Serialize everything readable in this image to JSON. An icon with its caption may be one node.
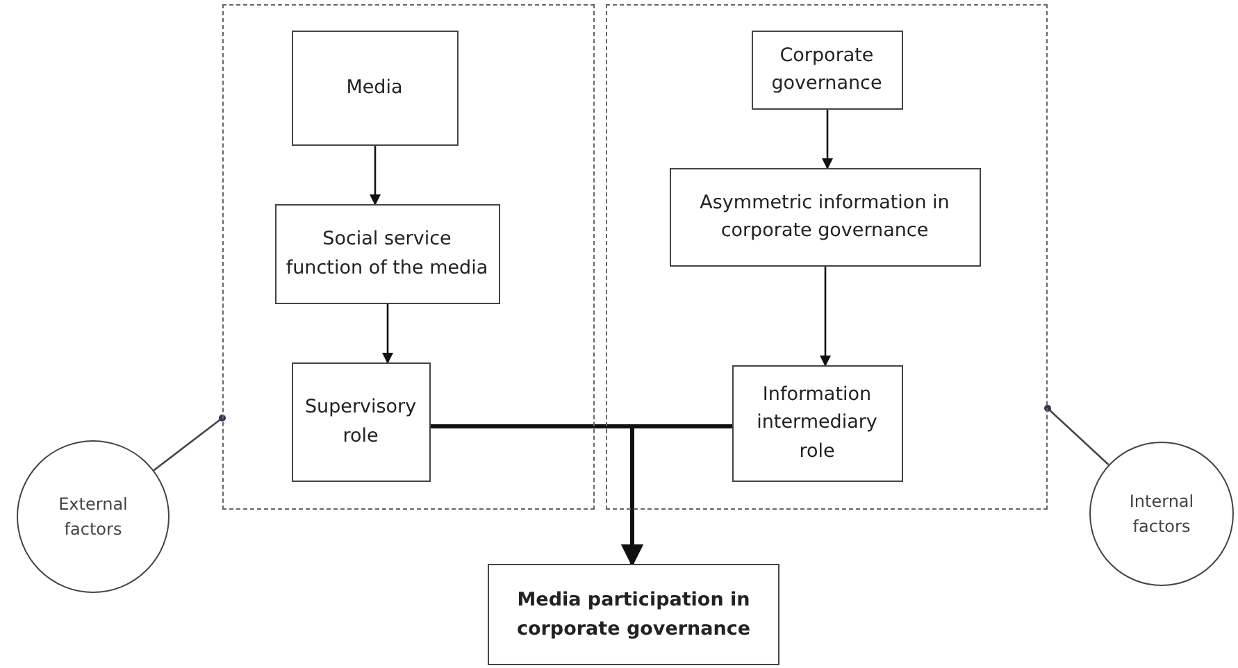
{
  "diagram": {
    "nodes": [
      {
        "text": [],
        "shape": "box"
      },
      {
        "text": [
          "Media"
        ],
        "in": 0
      },
      {
        "text": [
          "Social service function of the media"
        ],
        "in": 0
      },
      {
        "text": [
          "Supervisory role"
        ],
        "in": 0
      },
      {
        "text": [],
        "shape": "box"
      },
      {
        "text": [
          "Corporate governance"
        ],
        "in": 4
      },
      {
        "text": [
          "Asymmetric information in corporate governance"
        ],
        "in": 4
      },
      {
        "text": [
          "Information intermediary role"
        ],
        "in": 4
      },
      {
        "text": [
          "Media participation in corporate governance"
        ]
      },
      {
        "text": [
          "External factors"
        ]
      },
      {
        "text": [
          "Internal factors"
        ]
      }
    ],
    "edges": [
      {
        "from": 1,
        "to": 2,
        "arrow": "to"
      },
      {
        "from": 2,
        "to": 3,
        "arrow": "to"
      },
      {
        "from": 5,
        "to": 6,
        "arrow": "to"
      },
      {
        "from": 6,
        "to": 7,
        "arrow": "to"
      },
      {
        "from": 3,
        "to": 8,
        "arrow": "to",
        "style": "thick"
      },
      {
        "from": 7,
        "to": 8,
        "arrow": "to",
        "style": "thick"
      },
      {
        "from": 9,
        "to": 0,
        "arrow": "other"
      },
      {
        "from": 10,
        "to": 4,
        "arrow": "other"
      }
    ]
  }
}
